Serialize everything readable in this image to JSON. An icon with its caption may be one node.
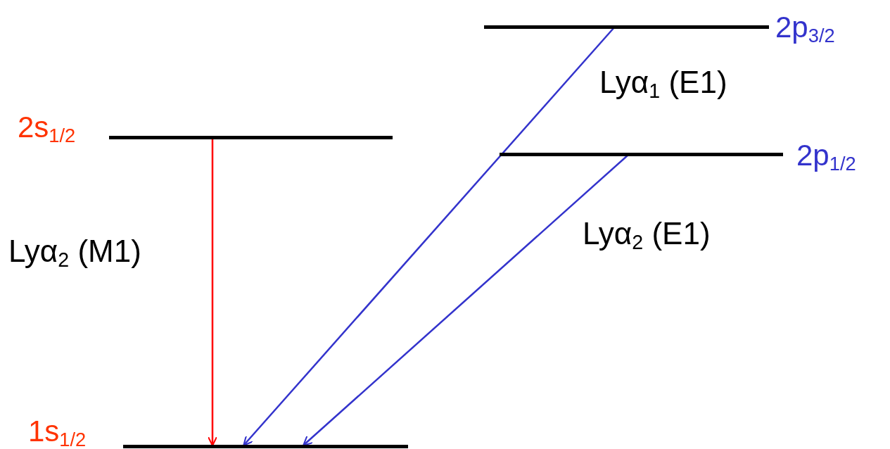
{
  "diagram": {
    "nodes": [
      {
        "text": [
          "2p$_{3/2}$"
        ]
      },
      {
        "text": [
          "2s$_{1/2}$"
        ]
      },
      {
        "text": [
          "2p$_{1/2}$"
        ]
      },
      {
        "text": [
          "1s$_{1/2}$"
        ]
      }
    ],
    "edges": [
      {
        "from": 1,
        "to": 3,
        "arrow": "to",
        "label": "Lyα$_{2}$ (M1)",
        "color": "#ff0000"
      },
      {
        "from": 0,
        "to": 3,
        "arrow": "to",
        "label": "Lyα$_{1}$ (E1)"
      },
      {
        "from": 2,
        "to": 3,
        "arrow": "to",
        "label": "Lyα$_{2}$ (E1)"
      }
    ]
  }
}
